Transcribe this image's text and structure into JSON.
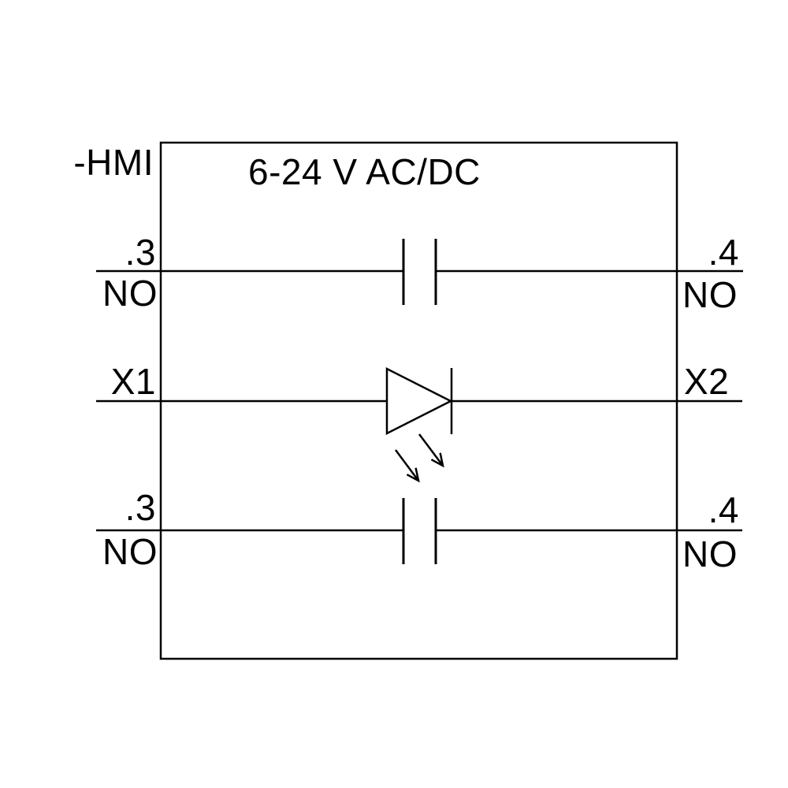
{
  "schematic": {
    "device_tag": "-HMI",
    "voltage_rating": "6-24 V AC/DC",
    "colors": {
      "stroke": "#000000",
      "background": "#ffffff"
    },
    "rows": [
      {
        "symbol": "normally-open-contact",
        "left_terminal": ".3",
        "left_contact_type": "NO",
        "right_terminal": ".4",
        "right_contact_type": "NO"
      },
      {
        "symbol": "led-lamp",
        "left_terminal": "X1",
        "right_terminal": "X2"
      },
      {
        "symbol": "normally-open-contact",
        "left_terminal": ".3",
        "left_contact_type": "NO",
        "right_terminal": ".4",
        "right_contact_type": "NO"
      }
    ]
  }
}
